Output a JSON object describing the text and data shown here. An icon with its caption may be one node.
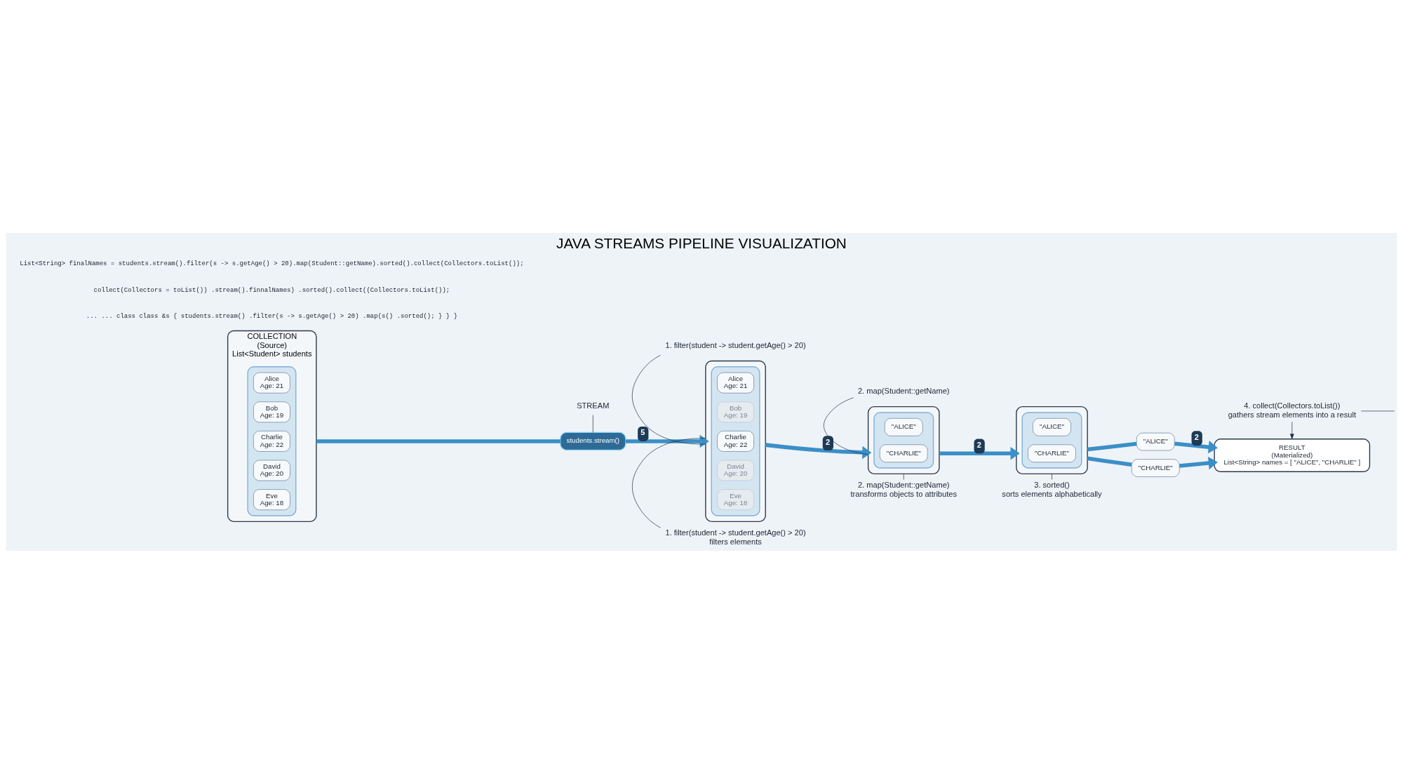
{
  "diagram": {
    "title": "JAVA STREAMS PIPELINE VISUALIZATION",
    "nodes": [
      {
        "text": [
          "COLLECTION",
          "(Source)",
          "List<Student> students"
        ]
      },
      {
        "text": [],
        "shape": "box",
        "in": 0
      },
      {
        "text": [
          "Alice",
          "Age: 21"
        ],
        "in": 1
      },
      {
        "text": [
          "Bob",
          "Age: 19"
        ],
        "in": 1
      },
      {
        "text": [
          "Charlie",
          "Age: 22"
        ],
        "in": 1
      },
      {
        "text": [
          "David",
          "Age: 20"
        ],
        "in": 1
      },
      {
        "text": [
          "Eve",
          "Age: 18"
        ],
        "in": 1
      },
      {
        "text": [
          "students.stream()"
        ]
      },
      {
        "text": [
          "STREAM"
        ]
      },
      {
        "text": [
          "1. filter(student -> student.getAge() > 20)"
        ]
      },
      {
        "text": [],
        "shape": "box"
      },
      {
        "text": [],
        "shape": "box",
        "in": 10
      },
      {
        "text": [
          "Alice",
          "Age: 21"
        ],
        "in": 11
      },
      {
        "text": [
          "Bob",
          "Age: 19"
        ],
        "in": 11
      },
      {
        "text": [
          "Charlie",
          "Age: 22"
        ],
        "in": 11
      },
      {
        "text": [
          "David",
          "Age: 20"
        ],
        "in": 11
      },
      {
        "text": [
          "Eve",
          "Age: 18"
        ],
        "in": 11
      },
      {
        "text": [
          "1. filter(student -> student.getAge() > 20)",
          "filters elements"
        ]
      },
      {
        "text": [
          "2. map(Student::getName)"
        ]
      },
      {
        "text": [],
        "shape": "box"
      },
      {
        "text": [],
        "shape": "box",
        "in": 19
      },
      {
        "text": [
          "\"ALICE\""
        ],
        "in": 20
      },
      {
        "text": [
          "\"CHARLIE\""
        ],
        "in": 20
      },
      {
        "text": [
          "2. map(Student::getName)",
          "transforms objects to attributes"
        ]
      },
      {
        "text": [],
        "shape": "box"
      },
      {
        "text": [],
        "shape": "box",
        "in": 24
      },
      {
        "text": [
          "\"ALICE\""
        ],
        "in": 25
      },
      {
        "text": [
          "\"CHARLIE\""
        ],
        "in": 25
      },
      {
        "text": [
          "3. sorted()",
          "sorts elements alphabetically"
        ]
      },
      {
        "text": [
          "\"ALICE\""
        ]
      },
      {
        "text": [
          "\"CHARLIE\""
        ]
      },
      {
        "text": [
          "RESULT",
          "(Materialized)",
          "List<String> names = [ \"ALICE\", \"CHARLIE\" ]"
        ]
      },
      {
        "text": [
          "4. collect(Collectors.toList())",
          "gathers stream elements into a result"
        ]
      }
    ],
    "edges": [
      {
        "from": 0,
        "to": 7,
        "arrow": "none",
        "style": "thick",
        "color": "#3a8fc7"
      },
      {
        "from": 7,
        "to": 10,
        "arrow": "to",
        "label": "5",
        "style": "thick",
        "color": "#3a8fc7"
      },
      {
        "from": 10,
        "to": 19,
        "arrow": "to",
        "label": "2",
        "style": "thick",
        "color": "#3a8fc7"
      },
      {
        "from": 19,
        "to": 24,
        "arrow": "to",
        "label": "2",
        "style": "thick",
        "color": "#3a8fc7"
      },
      {
        "from": 24,
        "to": 29,
        "arrow": "none",
        "style": "thick",
        "color": "#3a8fc7"
      },
      {
        "from": 24,
        "to": 30,
        "arrow": "none",
        "style": "thick",
        "color": "#3a8fc7"
      },
      {
        "from": 29,
        "to": 31,
        "arrow": "to",
        "label": "2",
        "style": "thick",
        "color": "#3a8fc7"
      },
      {
        "from": 30,
        "to": 31,
        "arrow": "to",
        "style": "thick",
        "color": "#3a8fc7"
      },
      {
        "from": 8,
        "to": 7,
        "arrow": "none",
        "color": "#1f2d3d"
      },
      {
        "from": 9,
        "to": 10,
        "arrow": "none",
        "color": "#1f2d3d"
      },
      {
        "from": 17,
        "to": 10,
        "arrow": "none",
        "color": "#1f2d3d"
      },
      {
        "from": 18,
        "to": 19,
        "arrow": "none",
        "color": "#1f2d3d"
      },
      {
        "from": 23,
        "to": 19,
        "arrow": "none",
        "color": "#1f2d3d"
      },
      {
        "from": 28,
        "to": 24,
        "arrow": "none",
        "color": "#1f2d3d"
      },
      {
        "from": 32,
        "to": 31,
        "arrow": "to",
        "color": "#1f2d3d"
      },
      {
        "from": 32,
        "to": null,
        "arrow": "none",
        "color": "#1f2d3d"
      }
    ],
    "labels": [
      "... ... class class &s { students.stream() .filter(s -> s.getAge() > 20) .map(s() .sorted(); } } }",
      "collect(Collectors = toList()) .stream().finnalNames) .sorted().collect((Collectors.toList());",
      "List<String> finalNames = students.stream().filter(s -> s.getAge() > 20).map(Student::getName).sorted().collect(Collectors.toList());"
    ]
  }
}
